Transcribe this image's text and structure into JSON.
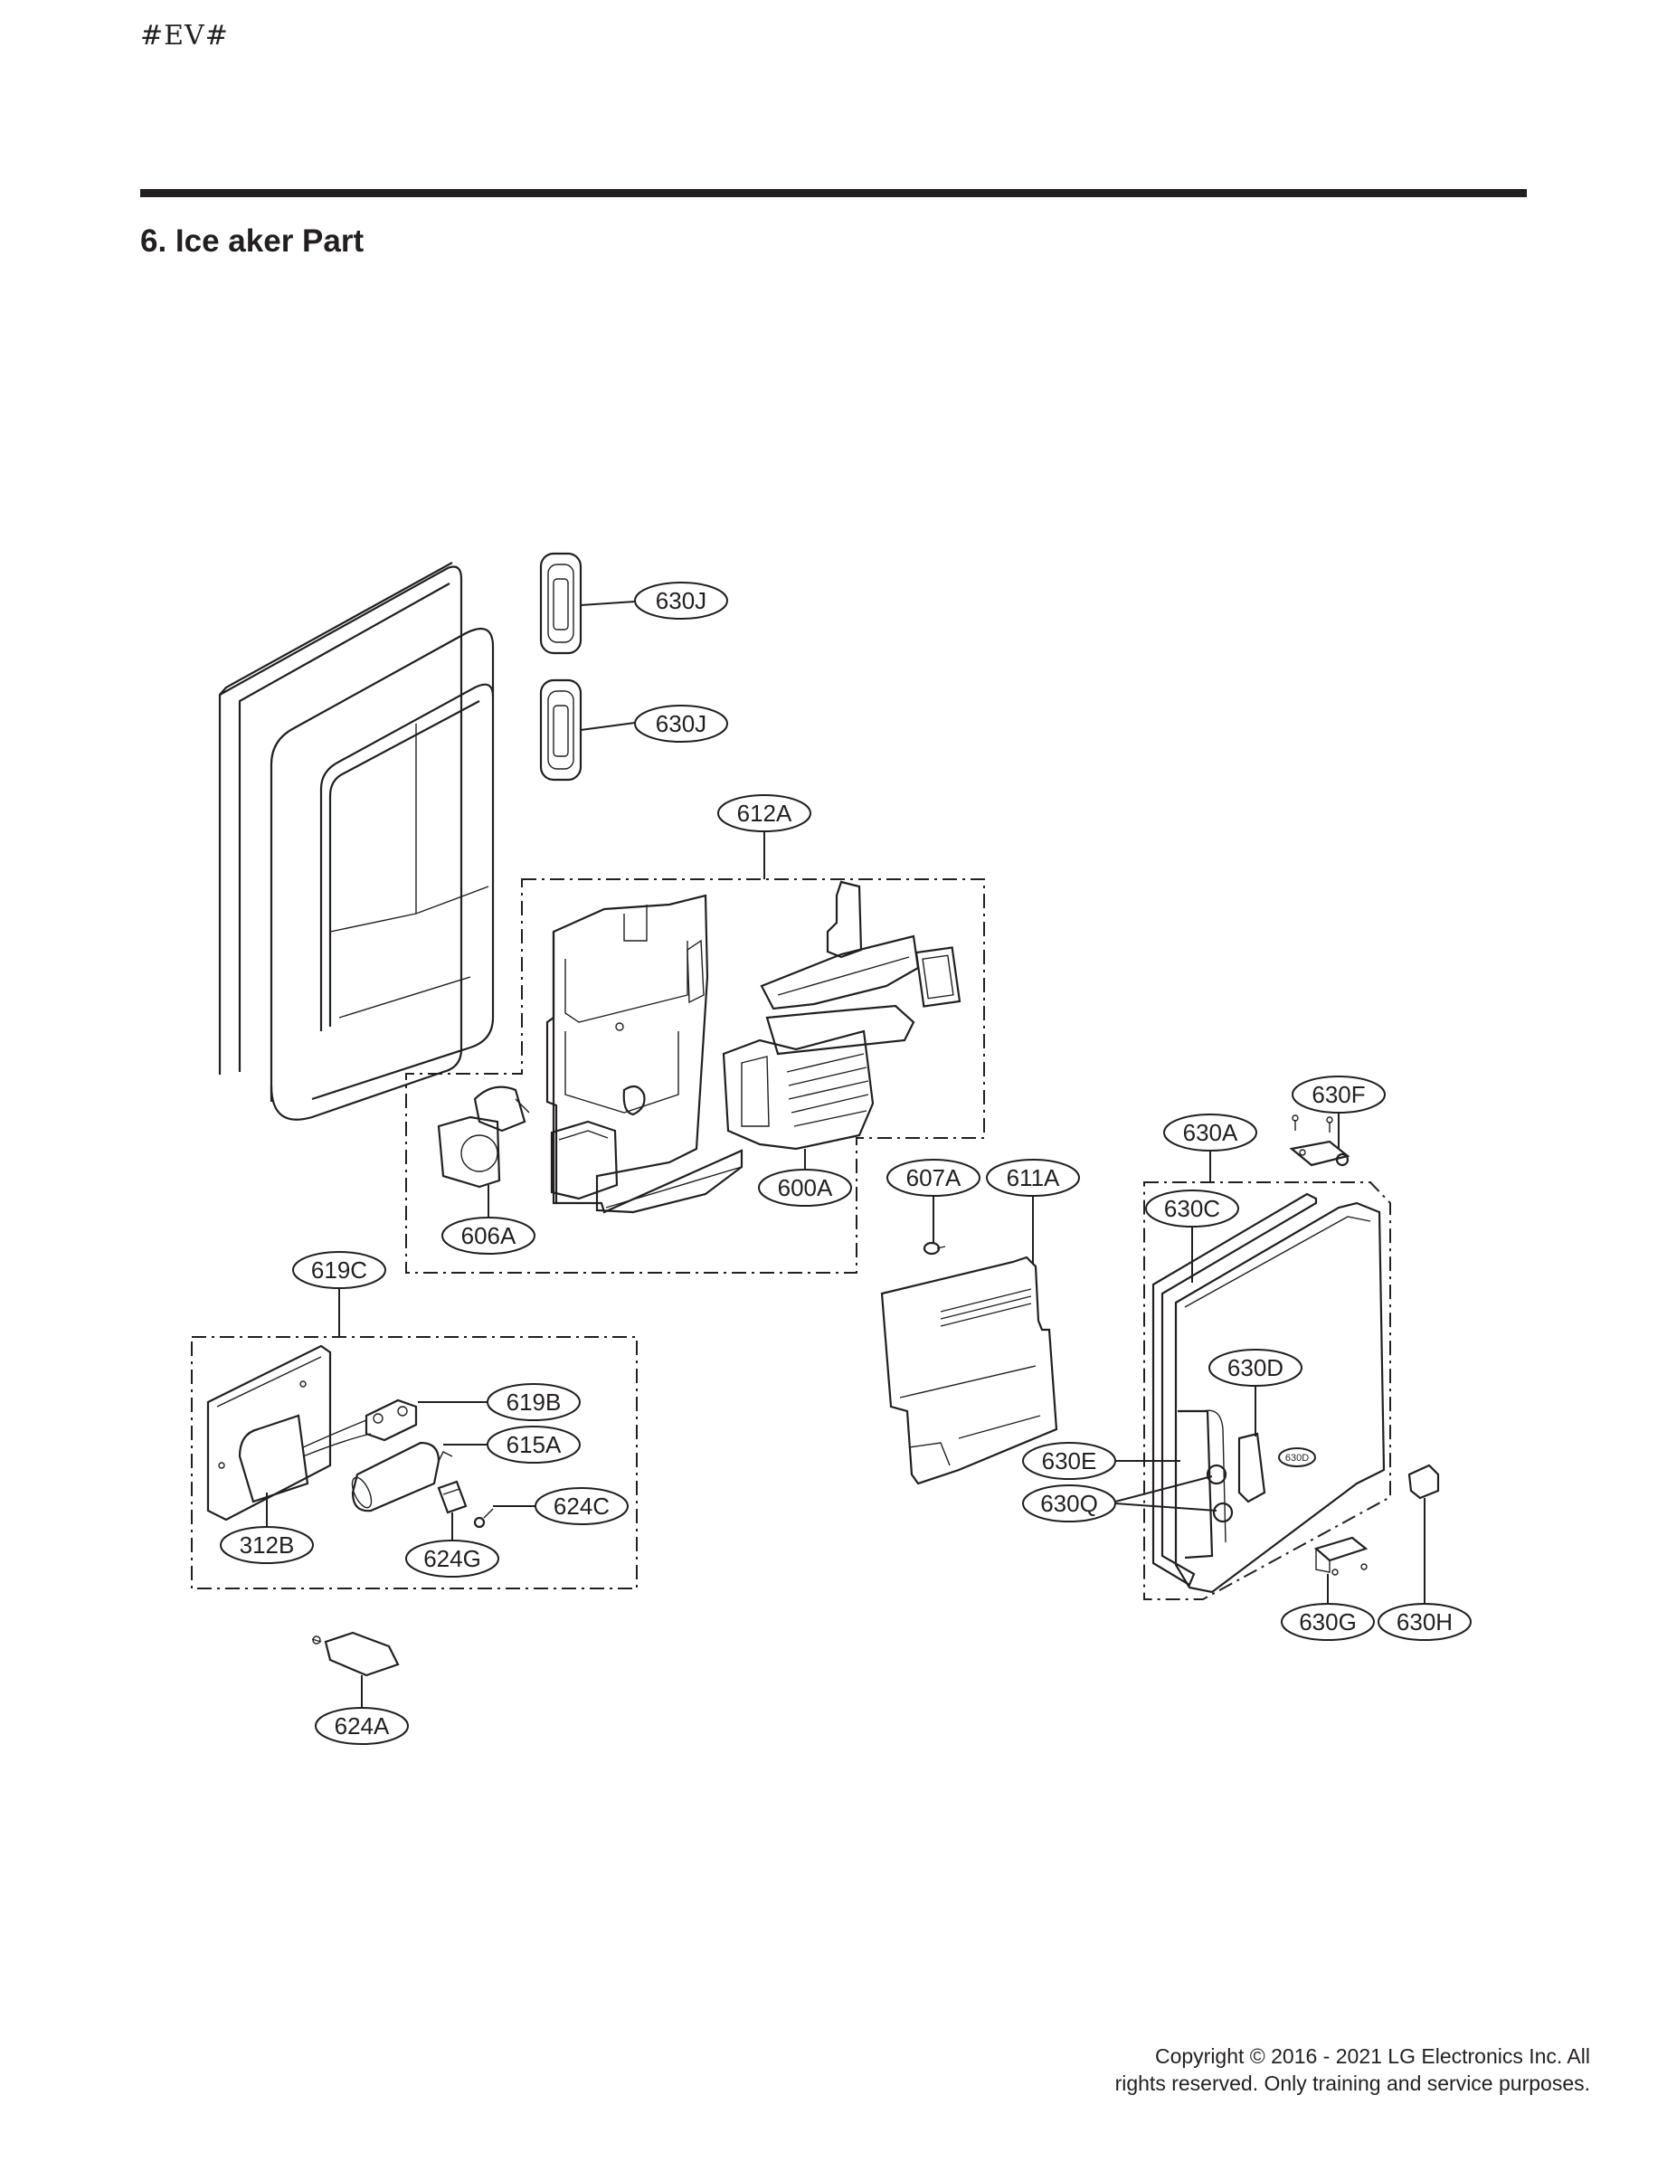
{
  "header": {
    "doc_code": "#EV#",
    "title": "6. Ice aker Part"
  },
  "callouts": {
    "c630J_a": "630J",
    "c630J_b": "630J",
    "c612A": "612A",
    "c600A": "600A",
    "c606A": "606A",
    "c607A": "607A",
    "c611A": "611A",
    "c630F": "630F",
    "c630A": "630A",
    "c630C": "630C",
    "c630D": "630D",
    "c630D_small": "630D",
    "c630E": "630E",
    "c630Q": "630Q",
    "c630G": "630G",
    "c630H": "630H",
    "c619C": "619C",
    "c619B": "619B",
    "c615A": "615A",
    "c624C": "624C",
    "c312B": "312B",
    "c624G": "624G",
    "c624A": "624A"
  },
  "footer": {
    "copyright_line1": "Copyright © 2016 - 2021 LG Electronics Inc. All",
    "copyright_line2": "rights reserved. Only training and service purposes."
  }
}
